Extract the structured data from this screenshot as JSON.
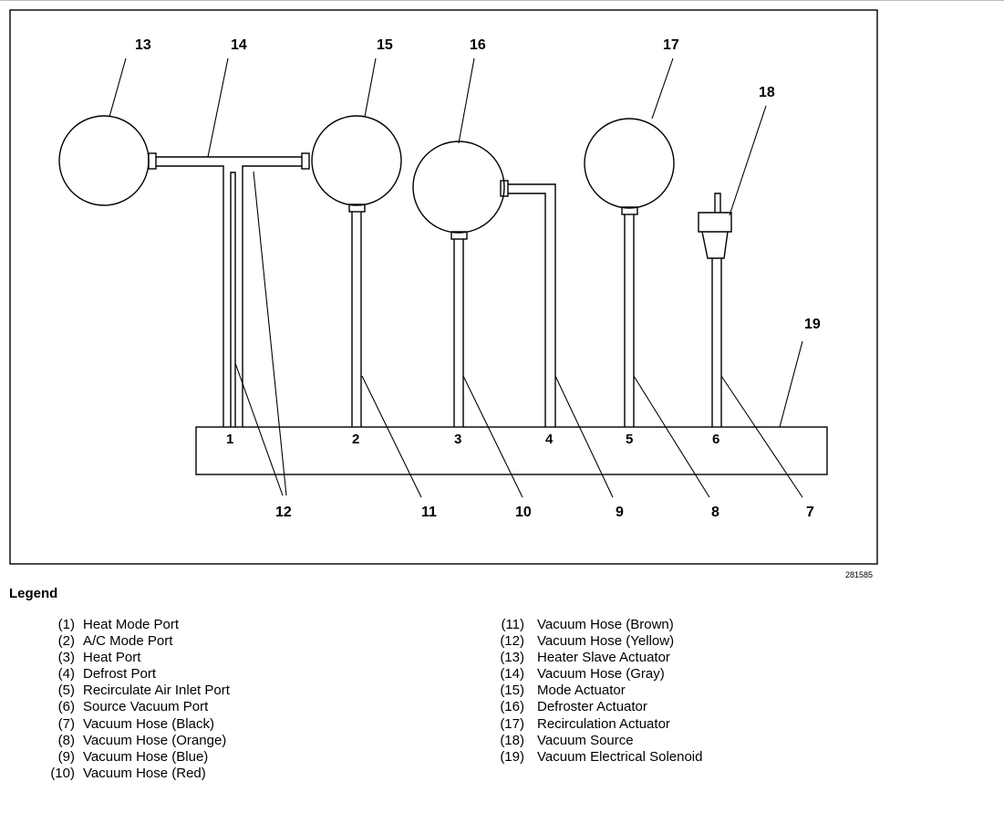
{
  "callouts": {
    "c13": "13",
    "c14": "14",
    "c15": "15",
    "c16": "16",
    "c17": "17",
    "c18": "18",
    "c19": "19",
    "c12": "12",
    "c11": "11",
    "c10": "10",
    "c9": "9",
    "c8": "8",
    "c7": "7"
  },
  "ports": {
    "p1": "1",
    "p2": "2",
    "p3": "3",
    "p4": "4",
    "p5": "5",
    "p6": "6"
  },
  "figure_id": "281585",
  "legend": {
    "title": "Legend",
    "left": [
      {
        "num": "(1)",
        "label": "Heat Mode Port"
      },
      {
        "num": "(2)",
        "label": "A/C Mode Port"
      },
      {
        "num": "(3)",
        "label": "Heat Port"
      },
      {
        "num": "(4)",
        "label": "Defrost Port"
      },
      {
        "num": "(5)",
        "label": "Recirculate Air Inlet Port"
      },
      {
        "num": "(6)",
        "label": "Source Vacuum Port"
      },
      {
        "num": "(7)",
        "label": "Vacuum Hose (Black)"
      },
      {
        "num": "(8)",
        "label": "Vacuum Hose (Orange)"
      },
      {
        "num": "(9)",
        "label": "Vacuum Hose (Blue)"
      },
      {
        "num": "(10)",
        "label": "Vacuum Hose (Red)"
      }
    ],
    "right": [
      {
        "num": "(11)",
        "label": "Vacuum Hose (Brown)"
      },
      {
        "num": "(12)",
        "label": "Vacuum Hose (Yellow)"
      },
      {
        "num": "(13)",
        "label": "Heater Slave Actuator"
      },
      {
        "num": "(14)",
        "label": "Vacuum Hose (Gray)"
      },
      {
        "num": "(15)",
        "label": "Mode Actuator"
      },
      {
        "num": "(16)",
        "label": "Defroster Actuator"
      },
      {
        "num": "(17)",
        "label": "Recirculation Actuator"
      },
      {
        "num": "(18)",
        "label": "Vacuum Source"
      },
      {
        "num": "(19)",
        "label": "Vacuum Electrical Solenoid"
      }
    ]
  }
}
